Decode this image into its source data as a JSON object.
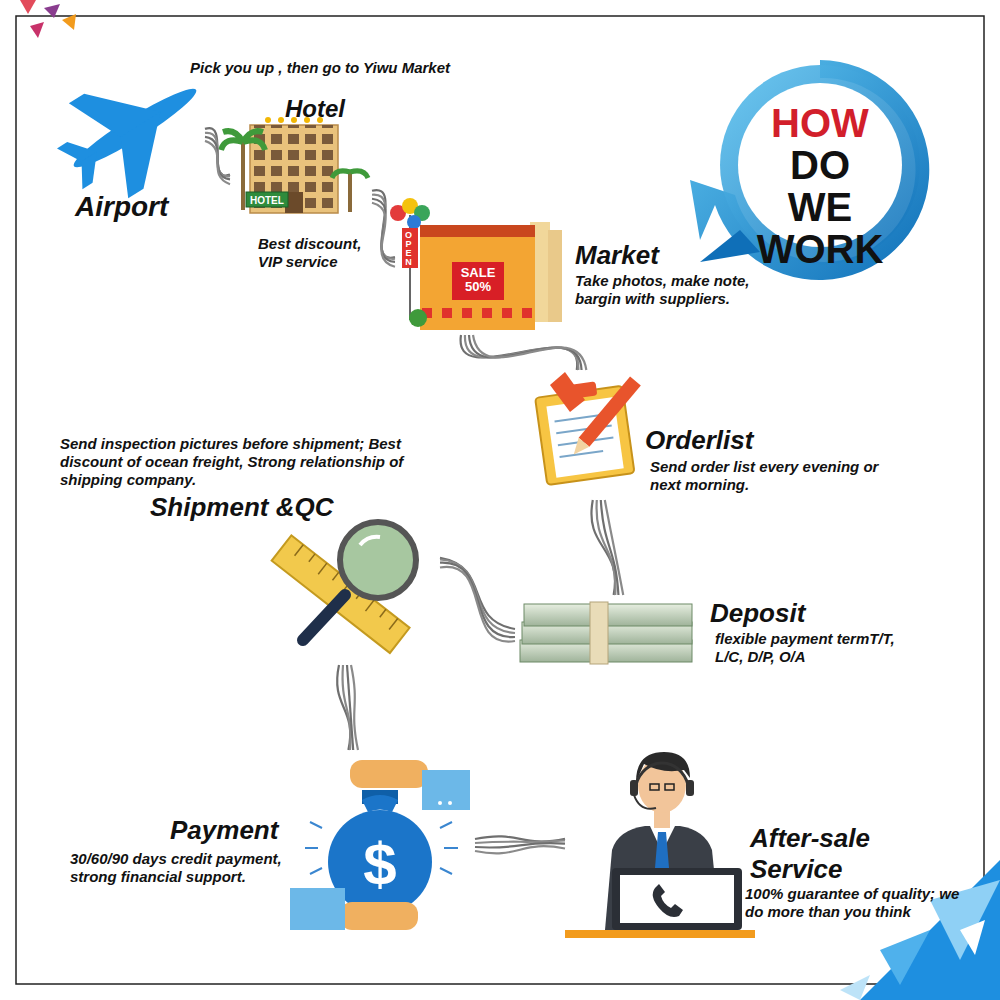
{
  "diagram": {
    "title": "HOW DO WE WORK",
    "nodes": [
      {
        "text": [
          "Airport"
        ]
      },
      {
        "text": [
          "Hotel",
          "Best discount, VIP service"
        ]
      },
      {
        "text": [
          "Market",
          "Take photos, make note, bargin with suppliers."
        ]
      },
      {
        "text": [
          "Orderlist",
          "Send order list every evening or next morning."
        ]
      },
      {
        "text": [
          "Deposit",
          "flexible payment termT/T, L/C, D/P, O/A"
        ]
      },
      {
        "text": [
          "Send inspection pictures before shipment; Best discount of ocean freight, Strong relationship of shipping company.",
          "Shipment &QC"
        ]
      },
      {
        "text": [
          "Payment",
          "30/60/90 days credit payment, strong financial support."
        ]
      },
      {
        "text": [
          "After-sale Service",
          "100% guarantee of quality; we do more than you think"
        ]
      }
    ],
    "edges": [
      {
        "from": 0,
        "to": 1,
        "arrow": "none"
      },
      {
        "from": 1,
        "to": 2,
        "arrow": "none"
      },
      {
        "from": 2,
        "to": 3,
        "arrow": "none"
      },
      {
        "from": 3,
        "to": 4,
        "arrow": "none"
      },
      {
        "from": 4,
        "to": 5,
        "arrow": "none"
      },
      {
        "from": 5,
        "to": 6,
        "arrow": "none"
      },
      {
        "from": 6,
        "to": 7,
        "arrow": "none"
      }
    ],
    "labels": [
      "Pick you up , then go to Yiwu Market",
      "HOTEL",
      "OPEN",
      "SALE 50%"
    ]
  }
}
